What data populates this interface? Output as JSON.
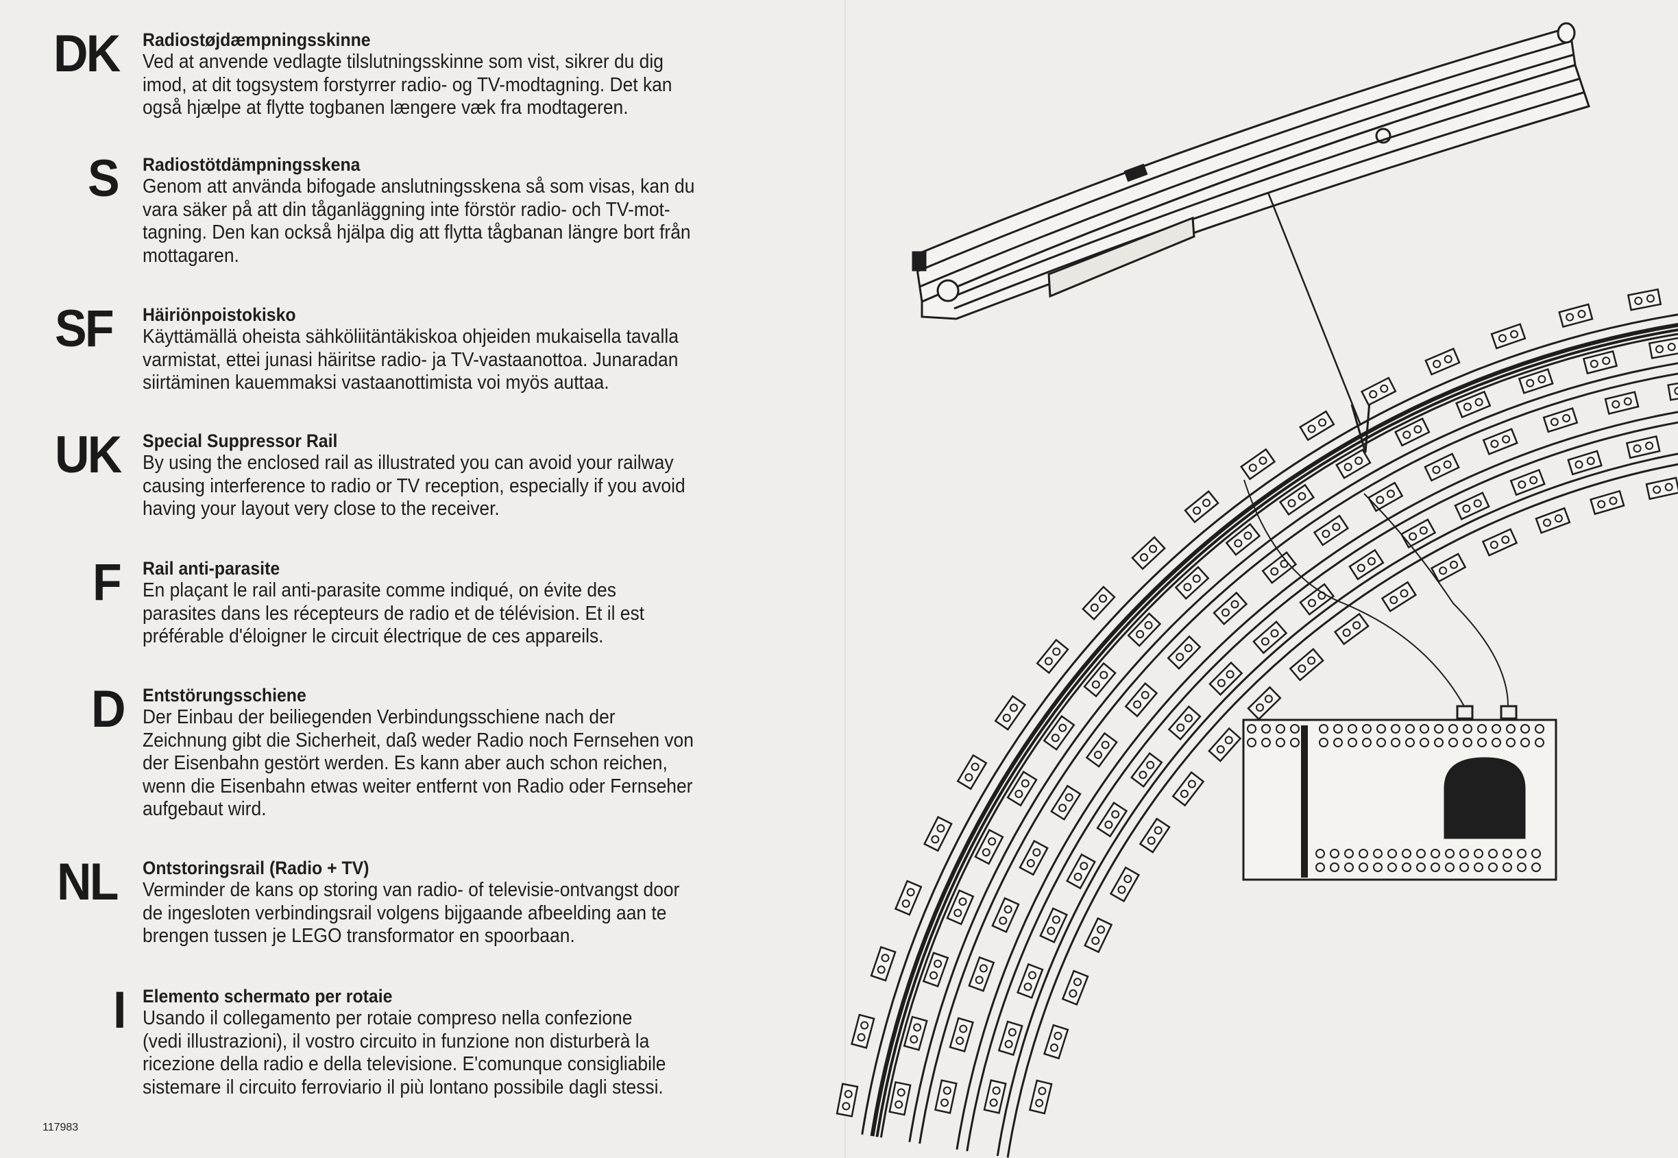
{
  "sections": [
    {
      "code": "DK",
      "heading": "Radiostøjdæmpningsskinne",
      "lines": [
        "Ved at anvende vedlagte tilslutningsskinne som vist, sikrer du dig",
        "imod, at dit togsystem forstyrrer radio- og TV-modtagning. Det kan",
        "også hjælpe at flytte togbanen længere væk fra modtageren."
      ]
    },
    {
      "code": "S",
      "heading": "Radiostötdämpningsskena",
      "lines": [
        "Genom att använda bifogade anslutningsskena så som visas, kan du",
        "vara säker på att din tåganläggning inte förstör radio- och TV-mot-",
        "tagning. Den kan också hjälpa dig att flytta tågbanan längre bort från",
        "mottagaren."
      ]
    },
    {
      "code": "SF",
      "heading": "Häiriönpoistokisko",
      "lines": [
        "Käyttämällä oheista sähköliitäntäkiskoa ohjeiden mukaisella tavalla",
        "varmistat, ettei junasi häiritse radio- ja TV-vastaanottoa. Junaradan",
        "siirtäminen kauemmaksi vastaanottimista voi myös auttaa."
      ]
    },
    {
      "code": "UK",
      "heading": "Special Suppressor Rail",
      "lines": [
        "By using the enclosed rail as illustrated you can avoid your railway",
        "causing interference to radio or TV reception, especially if you avoid",
        "having your layout very close to the receiver."
      ]
    },
    {
      "code": "F",
      "heading": "Rail anti-parasite",
      "lines": [
        "En plaçant le rail anti-parasite comme indiqué, on évite des",
        "parasites dans les récepteurs de radio et de télévision. Et il est",
        "préférable d'éloigner le circuit électrique de ces appareils."
      ]
    },
    {
      "code": "D",
      "heading": "Entstörungsschiene",
      "lines": [
        "Der Einbau der beiliegenden Verbindungsschiene nach der",
        "Zeichnung gibt die Sicherheit, daß weder Radio noch Fernsehen von",
        "der Eisenbahn gestört werden. Es kann aber auch schon reichen,",
        "wenn die Eisenbahn etwas weiter entfernt von Radio oder Fernseher",
        "aufgebaut wird."
      ]
    },
    {
      "code": "NL",
      "heading": "Ontstoringsrail (Radio + TV)",
      "lines": [
        "Verminder de kans op storing van radio- of televisie-ontvangst door",
        "de ingesloten verbindingsrail volgens bijgaande afbeelding aan te",
        "brengen tussen je LEGO transformator en spoorbaan."
      ]
    },
    {
      "code": "I",
      "heading": "Elemento schermato per rotaie",
      "lines": [
        "Usando il collegamento per rotaie compreso nella confezione",
        "(vedi illustrazioni), il vostro circuito in funzione non disturberà la",
        "ricezione della radio e della televisione. E'comunque consigliabile",
        "sistemare il circuito ferroviario il più lontano possibile dagli stessi."
      ]
    }
  ],
  "part_number": "117983",
  "colors": {
    "paper": "#efeeea",
    "ink": "#1e1e1e"
  }
}
